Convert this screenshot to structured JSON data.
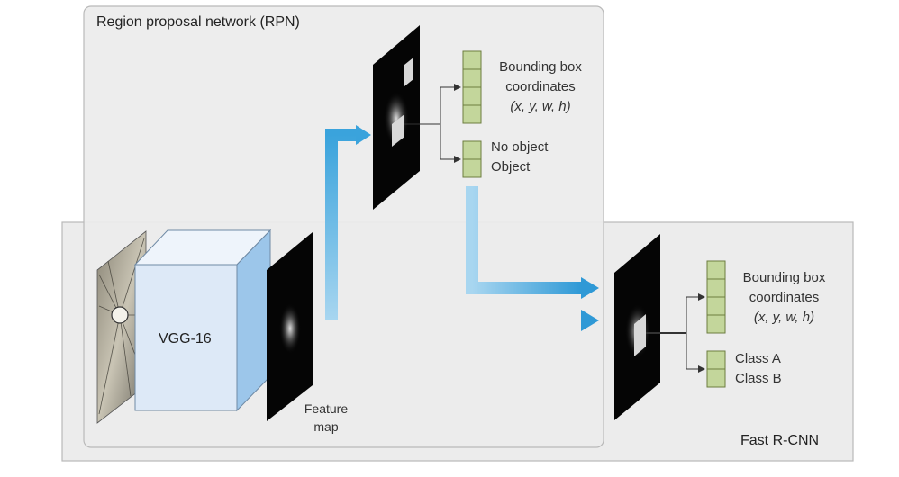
{
  "rpn": {
    "title": "Region proposal network (RPN)"
  },
  "fast_rcnn": {
    "title": "Fast R-CNN"
  },
  "backbone": {
    "label": "VGG-16"
  },
  "feature_map": {
    "line1": "Feature",
    "line2": "map"
  },
  "rpn_outputs": {
    "bbox_line1": "Bounding box",
    "bbox_line2": "coordinates",
    "bbox_line3": "(x, y, w, h)",
    "cls_line1": "No object",
    "cls_line2": "Object"
  },
  "rcnn_outputs": {
    "bbox_line1": "Bounding box",
    "bbox_line2": "coordinates",
    "bbox_line3": "(x, y, w, h)",
    "cls_line1": "Class A",
    "cls_line2": "Class B"
  },
  "colors": {
    "panel_fill": "#ececec",
    "panel_border": "#b9b9b9",
    "cube_front": "#dde9f7",
    "cube_side": "#9cc6ea",
    "arrow": "#3aa3dc",
    "vector_cell": "#c3d69b",
    "vector_border": "#6d7d3f",
    "map_fill": "#050505"
  }
}
